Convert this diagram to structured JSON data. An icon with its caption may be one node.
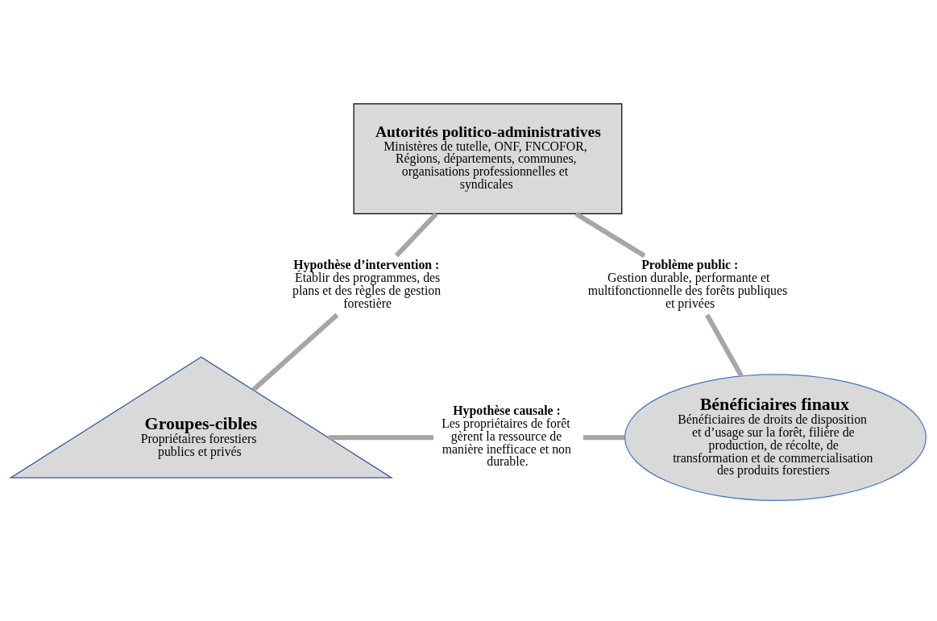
{
  "diagram": {
    "nodes": [
      {
        "text": [
          "Autorités politico-administratives",
          "Ministères de tutelle, ONF, FNCOFOR, Régions, départements, communes, organisations professionnelles et syndicales"
        ]
      },
      {
        "text": [
          "Hypothèse d’intervention :",
          "Établir des programmes, des plans et des règles de gestion forestière"
        ]
      },
      {
        "text": [
          "Problème public :",
          "Gestion durable, performante et multifonctionnelle des forêts publiques et privées"
        ]
      },
      {
        "text": [
          "Groupes-cibles",
          "Propriétaires forestiers publics et privés"
        ]
      },
      {
        "text": [
          "Hypothèse causale :",
          "Les propriétaires de forêt gèrent la ressource de manière inefficace et non durable."
        ]
      },
      {
        "text": [
          "Bénéficiaires finaux",
          "Bénéficiaires de droits de disposition et d’usage sur la forêt, filière de production, de récolte, de transformation et de commercialisation des produits forestiers"
        ]
      }
    ],
    "edges": [
      {
        "from": 0,
        "to": 1,
        "arrow": "none"
      },
      {
        "from": 1,
        "to": 3,
        "arrow": "none"
      },
      {
        "from": 0,
        "to": 2,
        "arrow": "none"
      },
      {
        "from": 2,
        "to": 5,
        "arrow": "none"
      },
      {
        "from": 3,
        "to": 4,
        "arrow": "none"
      },
      {
        "from": 4,
        "to": 5,
        "arrow": "none"
      }
    ]
  }
}
